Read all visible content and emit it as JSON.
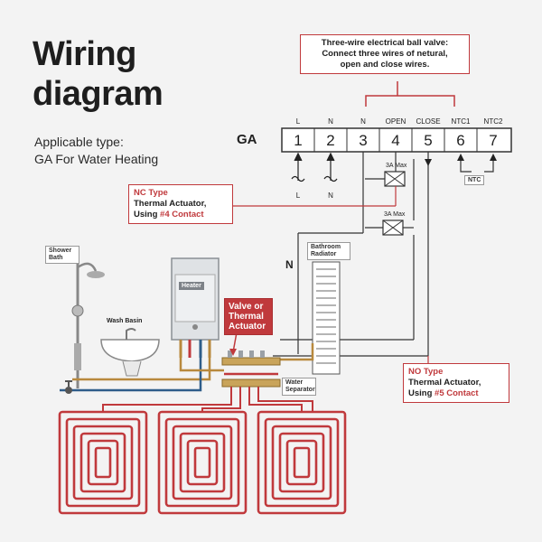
{
  "title_line1": "Wiring",
  "title_line2": "diagram",
  "subtitle_line1": "Applicable type:",
  "subtitle_line2": "GA For Water Heating",
  "ball_valve_note": {
    "line1": "Three-wire electrical ball valve:",
    "line2": "Connect three wires of netural,",
    "line3": "open and close wires."
  },
  "controller_label": "GA",
  "terminals": [
    {
      "num": "1",
      "label": "L"
    },
    {
      "num": "2",
      "label": "N"
    },
    {
      "num": "3",
      "label": "N"
    },
    {
      "num": "4",
      "label": "OPEN"
    },
    {
      "num": "5",
      "label": "CLOSE"
    },
    {
      "num": "6",
      "label": "NTC1"
    },
    {
      "num": "7",
      "label": "NTC2"
    }
  ],
  "input_labels": [
    "L",
    "N"
  ],
  "ntc_label": "NTC",
  "relay_label": "3A Max",
  "nc_box": {
    "line1": "NC Type",
    "line2": "Thermal Actuator,",
    "line3_prefix": "Using ",
    "line3_highlight": "#4 Contact"
  },
  "no_box": {
    "line1": "NO Type",
    "line2": "Thermal Actuator,",
    "line3_prefix": "Using ",
    "line3_highlight": "#5 Contact"
  },
  "neutral_label": "N",
  "components": {
    "shower": "Shower Bath",
    "wash_basin": "Wash Basin",
    "heater": "Heater",
    "radiator": "Bathroom Radiator",
    "separator": "Water Separator",
    "actuator": "Valve or Thermal Actuator"
  },
  "colors": {
    "accent": "#c0393c",
    "hot_pipe": "#b8893d",
    "cold_pipe": "#2e5d8a",
    "floor_coil": "#c0393c"
  }
}
